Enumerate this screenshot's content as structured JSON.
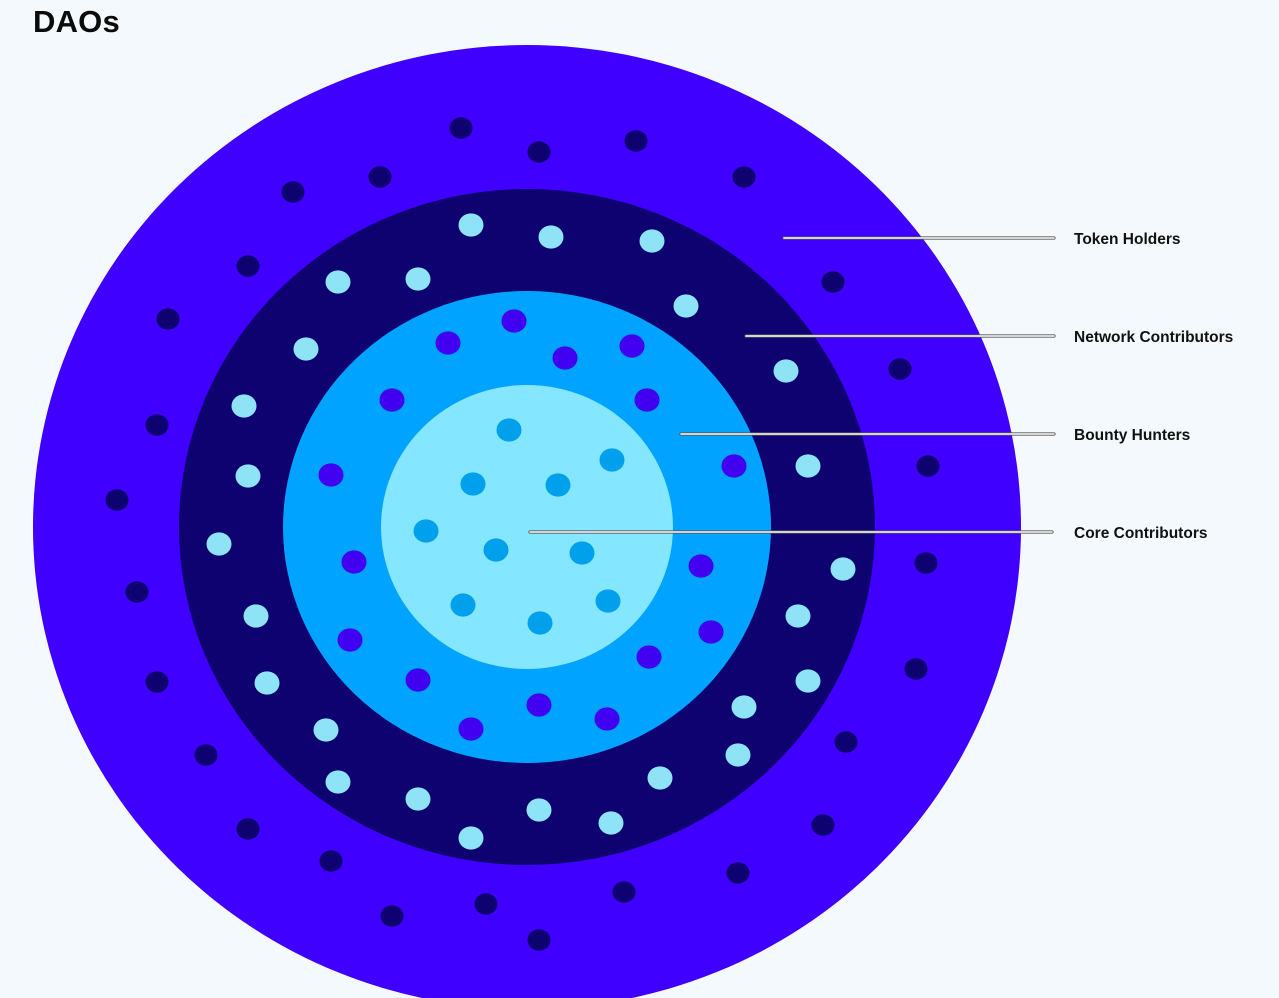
{
  "title": "DAOs",
  "rings": [
    {
      "id": "token-holders",
      "label": "Token Holders",
      "fill": "#3f00ff",
      "dot_color": "#0d0270"
    },
    {
      "id": "network-contributors",
      "label": "Network Contributors",
      "fill": "#0d0270",
      "dot_color": "#8fe3f7"
    },
    {
      "id": "bounty-hunters",
      "label": "Bounty Hunters",
      "fill": "#00a3ff",
      "dot_color": "#4200f0"
    },
    {
      "id": "core-contributors",
      "label": "Core Contributors",
      "fill": "#85e6ff",
      "dot_color": "#00a0ec"
    }
  ],
  "colors": {
    "background": "#f3f9fc",
    "leader_line": "#ffffff",
    "leader_line_outline": "#555555",
    "label_text": "#111111"
  }
}
